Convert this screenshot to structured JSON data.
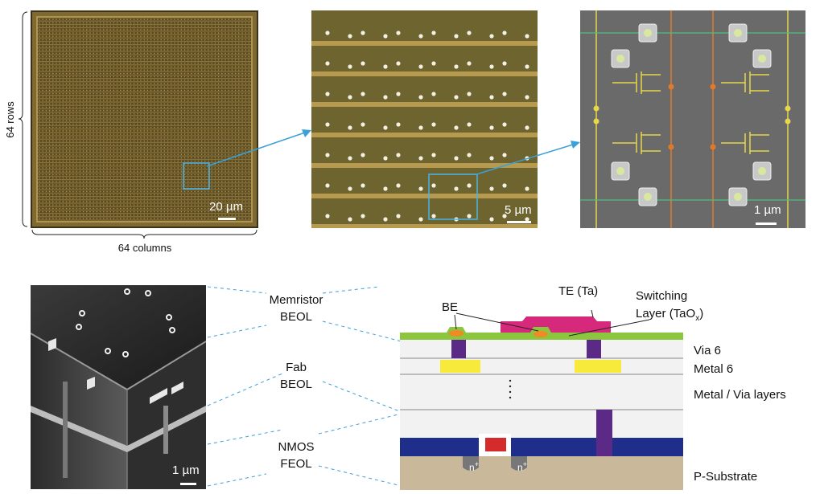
{
  "top": {
    "rows_label": "64 rows",
    "columns_label": "64 columns",
    "scale1": "20 µm",
    "scale2": "5 µm",
    "scale3": "1 µm"
  },
  "bottom": {
    "scale4": "1 µm",
    "memristor": "Memristor",
    "beol1": "BEOL",
    "fab": "Fab",
    "beol2": "BEOL",
    "nmos": "NMOS",
    "feol": "FEOL",
    "te": "TE (Ta)",
    "switching": "Switching",
    "layer": "Layer (TaO",
    "layer_sub": "x",
    "layer_close": ")",
    "be": "BE",
    "via6": "Via 6",
    "metal6": "Metal 6",
    "metal_via": "Metal / Via layers",
    "psub": "P-Substrate",
    "n_plus": "n",
    "plus": "+"
  },
  "colors": {
    "arrow": "#3aa0d8",
    "green_layer": "#8cc63f",
    "te_pink": "#d6297c",
    "via_purple": "#5b2a86",
    "metal_yellow": "#f7ea3a",
    "nmos_blue": "#1f2e8a",
    "substrate": "#c9b99a",
    "be_orange": "#f08a24"
  }
}
